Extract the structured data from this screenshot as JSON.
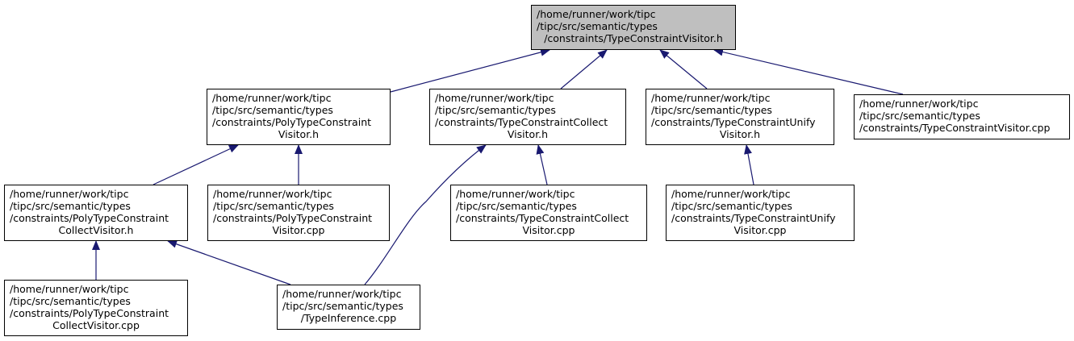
{
  "colors": {
    "edge": "#191970",
    "root_fill": "#bfbfbf",
    "node_fill": "#ffffff",
    "node_border": "#000000"
  },
  "nodes": {
    "root": {
      "lines": [
        "/home/runner/work/tipc",
        "/tipc/src/semantic/types",
        "/constraints/TypeConstraintVisitor.h"
      ]
    },
    "poly_h": {
      "lines": [
        "/home/runner/work/tipc",
        "/tipc/src/semantic/types",
        "/constraints/PolyTypeConstraint",
        "Visitor.h"
      ]
    },
    "collect_h": {
      "lines": [
        "/home/runner/work/tipc",
        "/tipc/src/semantic/types",
        "/constraints/TypeConstraintCollect",
        "Visitor.h"
      ]
    },
    "unify_h": {
      "lines": [
        "/home/runner/work/tipc",
        "/tipc/src/semantic/types",
        "/constraints/TypeConstraintUnify",
        "Visitor.h"
      ]
    },
    "visitor_cpp": {
      "lines": [
        "/home/runner/work/tipc",
        "/tipc/src/semantic/types",
        "/constraints/TypeConstraintVisitor.cpp"
      ]
    },
    "poly_collect_h": {
      "lines": [
        "/home/runner/work/tipc",
        "/tipc/src/semantic/types",
        "/constraints/PolyTypeConstraint",
        "CollectVisitor.h"
      ]
    },
    "poly_cpp": {
      "lines": [
        "/home/runner/work/tipc",
        "/tipc/src/semantic/types",
        "/constraints/PolyTypeConstraint",
        "Visitor.cpp"
      ]
    },
    "collect_cpp": {
      "lines": [
        "/home/runner/work/tipc",
        "/tipc/src/semantic/types",
        "/constraints/TypeConstraintCollect",
        "Visitor.cpp"
      ]
    },
    "unify_cpp": {
      "lines": [
        "/home/runner/work/tipc",
        "/tipc/src/semantic/types",
        "/constraints/TypeConstraintUnify",
        "Visitor.cpp"
      ]
    },
    "poly_collect_cpp": {
      "lines": [
        "/home/runner/work/tipc",
        "/tipc/src/semantic/types",
        "/constraints/PolyTypeConstraint",
        "CollectVisitor.cpp"
      ]
    },
    "inference_cpp": {
      "lines": [
        "/home/runner/work/tipc",
        "/tipc/src/semantic/types",
        "/TypeInference.cpp"
      ]
    }
  },
  "edges": [
    {
      "from": "poly_h",
      "to": "root"
    },
    {
      "from": "collect_h",
      "to": "root"
    },
    {
      "from": "unify_h",
      "to": "root"
    },
    {
      "from": "visitor_cpp",
      "to": "root"
    },
    {
      "from": "poly_collect_h",
      "to": "poly_h"
    },
    {
      "from": "poly_cpp",
      "to": "poly_h"
    },
    {
      "from": "inference_cpp",
      "to": "collect_h"
    },
    {
      "from": "collect_cpp",
      "to": "collect_h"
    },
    {
      "from": "unify_cpp",
      "to": "unify_h"
    },
    {
      "from": "poly_collect_cpp",
      "to": "poly_collect_h"
    },
    {
      "from": "inference_cpp",
      "to": "poly_collect_h"
    }
  ]
}
